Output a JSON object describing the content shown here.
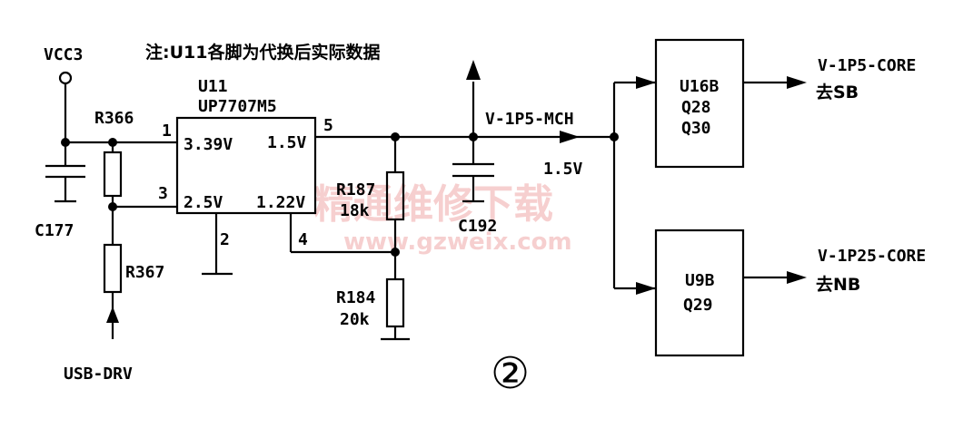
{
  "note": "注:U11各脚为代换后实际数据",
  "vcc": "VCC3",
  "ic": {
    "ref": "U11",
    "part": "UP7707M5",
    "pin1": "1",
    "pin2": "2",
    "pin3": "3",
    "pin4": "4",
    "pin5": "5",
    "v_in": "3.39V",
    "v_ref_in": "2.5V",
    "v_out": "1.5V",
    "v_fb": "1.22V"
  },
  "r366": "R366",
  "r367": "R367",
  "c177": "C177",
  "usb": "USB-DRV",
  "r187": "R187",
  "r187_val": "18k",
  "r184": "R184",
  "r184_val": "20k",
  "c192": "C192",
  "rail": "V-1P5-MCH",
  "rail_v": "1.5V",
  "u16": {
    "ref": "U16B",
    "q1": "Q28",
    "q2": "Q30"
  },
  "u9": {
    "ref": "U9B",
    "q1": "Q29"
  },
  "out1": "V-1P5-CORE",
  "out1_dest": "去SB",
  "out2": "V-1P25-CORE",
  "out2_dest": "去NB",
  "label_num": "②",
  "watermark_cn": "精通维修下载",
  "watermark_url": "www.gzweix.com"
}
